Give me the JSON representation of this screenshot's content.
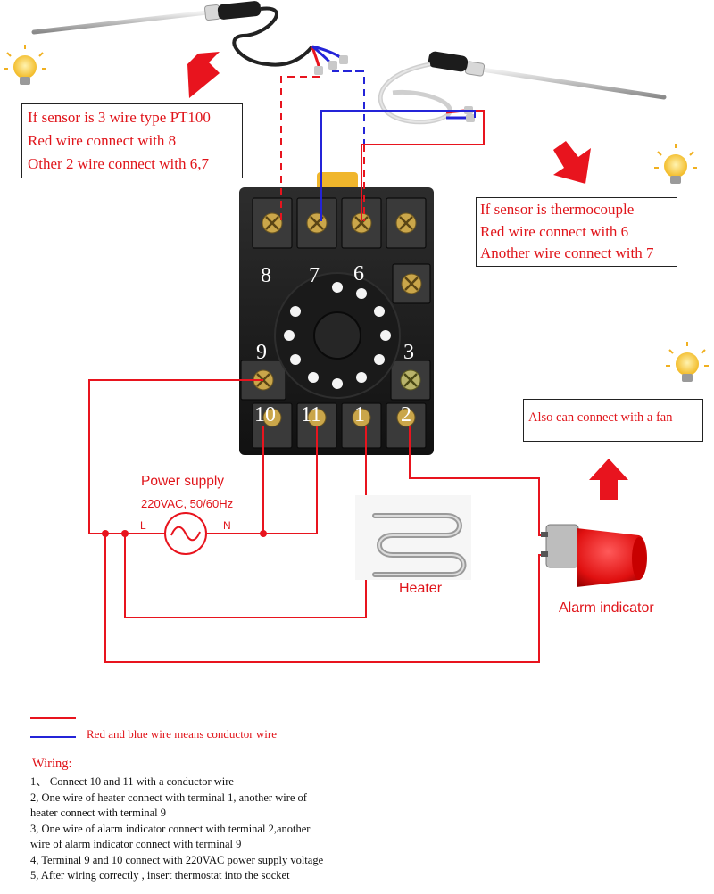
{
  "callouts": {
    "pt100": [
      "If sensor is 3 wire type PT100",
      "Red wire connect with 8",
      "Other 2 wire connect with 6,7"
    ],
    "thermocouple": [
      "If sensor is thermocouple",
      "Red wire connect with 6",
      "Another wire connect with 7"
    ],
    "fan": "Also can connect with a fan"
  },
  "terminals": {
    "t8": "8",
    "t7": "7",
    "t6": "6",
    "t9": "9",
    "t3": "3",
    "t10": "10",
    "t11": "11",
    "t1": "1",
    "t2": "2"
  },
  "power": {
    "title": "Power supply",
    "rating": "220VAC, 50/60Hz",
    "L": "L",
    "N": "N"
  },
  "heater_label": "Heater",
  "alarm_label": "Alarm indicator",
  "legend": {
    "text": "Red and blue wire means conductor wire"
  },
  "wiring": {
    "title": "Wiring:",
    "steps": [
      "1、   Connect 10 and 11 with a conductor wire",
      "2,    One wire of heater connect with terminal 1, another wire of",
      "heater connect with terminal 9",
      "3,    One wire of alarm indicator connect with terminal 2,another",
      "wire of  alarm indicator connect with terminal 9",
      "4,    Terminal 9 and 10 connect with 220VAC power supply voltage",
      "5,    After wiring correctly , insert thermostat into the socket"
    ]
  },
  "colors": {
    "red_wire": "#e8141e",
    "blue_wire": "#2424d8",
    "text_red": "#e0141a",
    "arrow": "#e8141e",
    "bulb": "#f6c233"
  }
}
